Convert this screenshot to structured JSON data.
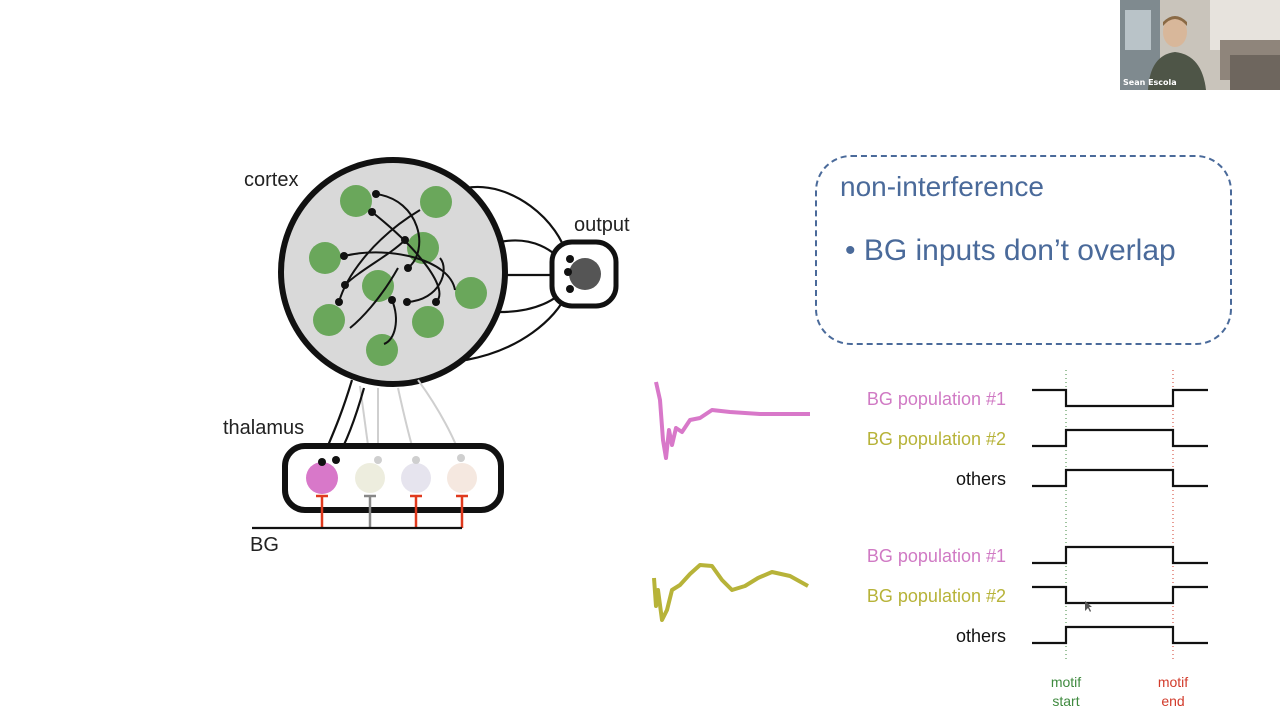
{
  "diagram": {
    "labels": {
      "cortex": "cortex",
      "output": "output",
      "thalamus": "thalamus",
      "bg": "BG"
    },
    "colors": {
      "neuron_green": "#6aa75b",
      "cortex_fill": "#d9d9d9",
      "output_node": "#555555",
      "bg_pink": "#d878c9",
      "bg_olive": "#b7b339",
      "terminal_red": "#e03a1e",
      "callout_blue": "#4a6a9a",
      "motif_start_green": "#3f8a3f",
      "motif_end_red": "#d23b2b"
    }
  },
  "callout": {
    "title": "non-interference",
    "bullet": "•  BG inputs don’t overlap"
  },
  "traces": {
    "group1": [
      {
        "label": "BG population #1",
        "color": "pink"
      },
      {
        "label": "BG population #2",
        "color": "olive"
      },
      {
        "label": "others",
        "color": "black"
      }
    ],
    "group2": [
      {
        "label": "BG population #1",
        "color": "pink"
      },
      {
        "label": "BG population #2",
        "color": "olive"
      },
      {
        "label": "others",
        "color": "black"
      }
    ]
  },
  "markers": {
    "start_line1": "motif",
    "start_line2": "start",
    "end_line1": "motif",
    "end_line2": "end"
  },
  "webcam": {
    "name": "Sean Escola"
  }
}
